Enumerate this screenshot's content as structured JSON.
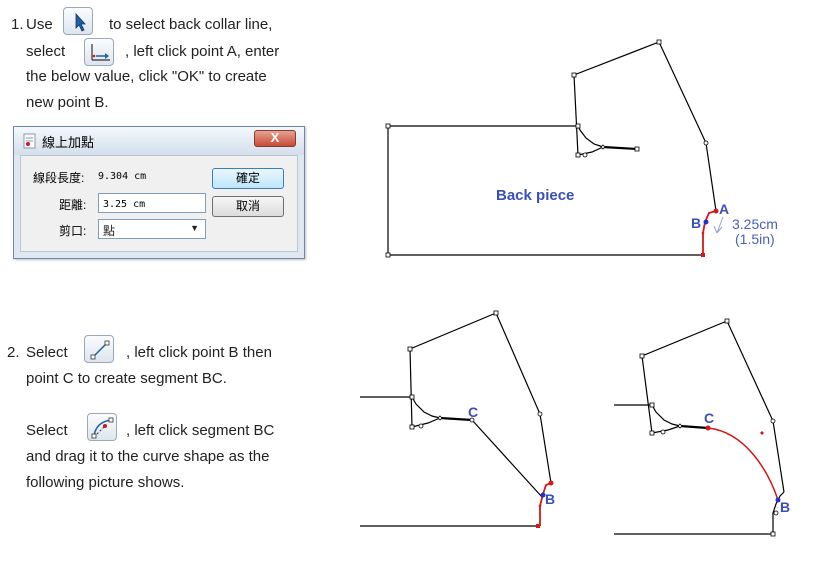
{
  "step1": {
    "number": "1.",
    "use_prefix": "Use",
    "line1_text": "to select back collar line,",
    "select_prefix": "select",
    "line2_text": ",  left click point A, enter",
    "line3": "the below value, click \"OK\" to create",
    "line4": "new point B."
  },
  "dialog": {
    "title": "線上加點",
    "close_symbol": "X",
    "length_label": "線段長度:",
    "length_value": "9.304 cm",
    "distance_label": "距離:",
    "distance_value": "3.25 cm",
    "notch_label": "剪口:",
    "notch_value": "點",
    "ok_label": "確定",
    "cancel_label": "取消"
  },
  "diagram1": {
    "piece_label": "Back piece",
    "point_a": "A",
    "point_b": "B",
    "measure_cm": "3.25cm",
    "measure_in": "(1.5in)"
  },
  "step2": {
    "number": "2.",
    "select_prefix": "Select",
    "line1_text": ",  left click point B then",
    "line2": "point C to create segment BC.",
    "select2_prefix": "Select",
    "line3_text": ",  left click segment BC",
    "line4": "and drag it to the curve shape as the",
    "line5": "following picture shows."
  },
  "diagram2": {
    "point_b": "B",
    "point_c": "C"
  },
  "diagram3": {
    "point_b": "B",
    "point_c": "C"
  },
  "colors": {
    "accent": "#3b4fb8",
    "red": "#d41818",
    "text": "#222222"
  },
  "icons": [
    "pointer-tool-icon",
    "add-point-on-line-icon",
    "line-tool-icon",
    "curve-adjust-icon",
    "dialog-app-icon"
  ]
}
